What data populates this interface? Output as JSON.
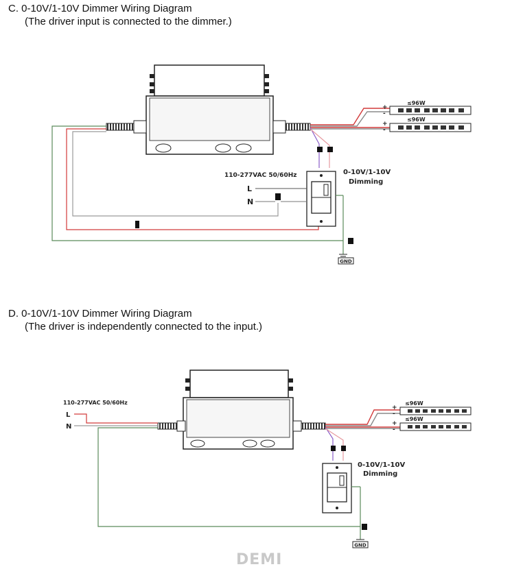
{
  "section_c": {
    "title": "C. 0-10V/1-10V Dimmer Wiring Diagram",
    "subtitle": "(The driver input is connected to the dimmer.)",
    "input_label": "110-277VAC 50/60Hz",
    "l_label": "L",
    "n_label": "N",
    "dimming_label_1": "0-10V/1-10V",
    "dimming_label_2": "Dimming",
    "strip_1_power": "≤96W",
    "strip_2_power": "≤96W",
    "plus": "+",
    "minus": "-",
    "gnd": "GND"
  },
  "section_d": {
    "title": "D. 0-10V/1-10V Dimmer Wiring Diagram",
    "subtitle": "(The driver is independently connected to the input.)",
    "input_label": "110-277VAC 50/60Hz",
    "l_label": "L",
    "n_label": "N",
    "dimming_label_1": "0-10V/1-10V",
    "dimming_label_2": "Dimming",
    "strip_1_power": "≤96W",
    "strip_2_power": "≤96W",
    "plus": "+",
    "minus": "-",
    "gnd": "GND"
  },
  "watermark": "DEMI",
  "colors": {
    "wire_red": "#d23a3a",
    "wire_gray": "#9a9a9a",
    "wire_green": "#5a8a5a",
    "wire_purple": "#8a5cc8",
    "wire_pink": "#e79aa0",
    "outline": "#222222"
  }
}
